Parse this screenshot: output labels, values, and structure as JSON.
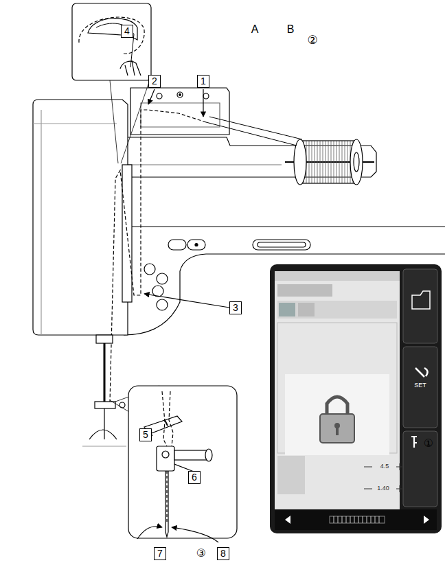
{
  "diagram": {
    "nodes": [
      {
        "text": [
          "4"
        ]
      },
      {
        "text": [
          "2"
        ]
      },
      {
        "text": [
          "1"
        ]
      },
      {
        "text": [
          "3"
        ]
      },
      {
        "text": [
          "5"
        ]
      },
      {
        "text": [
          "6"
        ]
      },
      {
        "text": [
          "7"
        ]
      },
      {
        "text": [
          "8"
        ]
      }
    ],
    "labels": [
      "A",
      "B",
      "②",
      "SET",
      "①",
      "4.5",
      "1.40",
      "③"
    ]
  }
}
